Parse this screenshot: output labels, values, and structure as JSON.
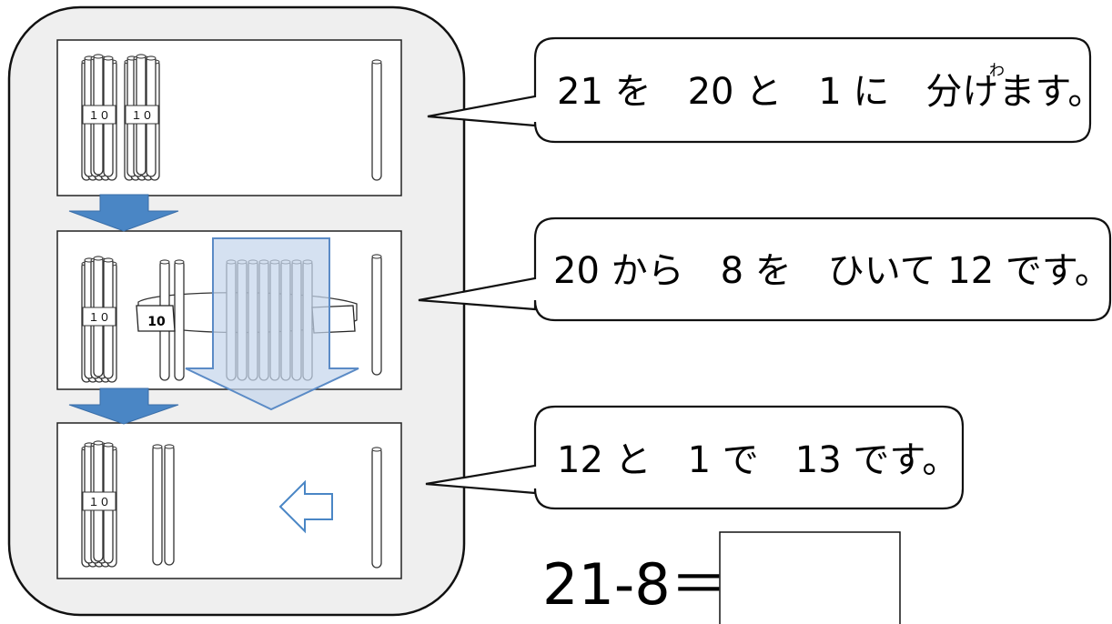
{
  "bundle_tag": "１０",
  "band_tag": "10",
  "bubbles": [
    {
      "id": "bubble-1",
      "text": "21 を　20 と　1 に　分けます。",
      "ruby": "わ"
    },
    {
      "id": "bubble-2",
      "text": "20 から　8 を　ひいて 12 です。"
    },
    {
      "id": "bubble-3",
      "text": "12 と　1 で　13 です。"
    }
  ],
  "equation": {
    "text": "21-8＝",
    "answer": ""
  },
  "colors": {
    "down_arrow": "#4a86c5",
    "subtract_arrow_fill": "#c5d6eb",
    "subtract_arrow_stroke": "#5b8bc6",
    "left_arrow_stroke": "#4a86c5"
  }
}
